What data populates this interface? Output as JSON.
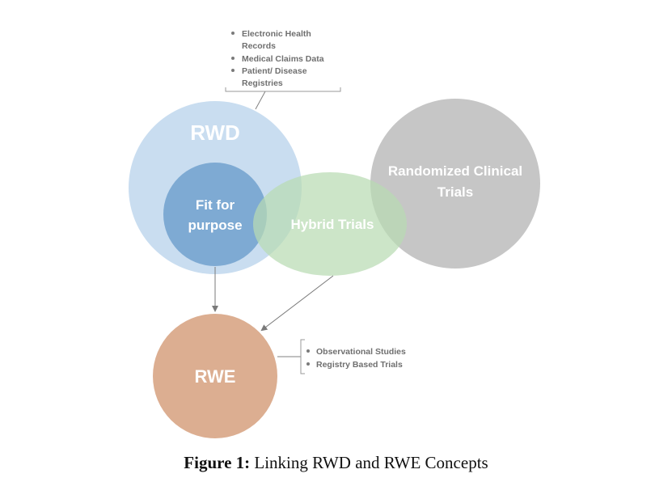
{
  "nodes": {
    "rwd": {
      "label": "RWD",
      "color": "#c9ddf0"
    },
    "fit": {
      "label_lines": [
        "Fit for",
        "purpose"
      ],
      "color": "#7eaad3"
    },
    "hybrid": {
      "label": "Hybrid Trials",
      "color": "#b9dbb3"
    },
    "rct": {
      "label_lines": [
        "Randomized Clinical",
        "Trials"
      ],
      "color": "#c6c6c6"
    },
    "rwe": {
      "label": "RWE",
      "color": "#dcae91"
    }
  },
  "rwd_sources": {
    "items": [
      [
        "Electronic Health",
        "Records"
      ],
      [
        "Medical Claims Data"
      ],
      [
        "Patient/ Disease",
        "Registries"
      ]
    ]
  },
  "rwe_studies": {
    "items": [
      "Observational Studies",
      "Registry Based Trials"
    ]
  },
  "edges": [
    {
      "from": "fit",
      "to": "rwe",
      "type": "arrow"
    },
    {
      "from": "hybrid",
      "to": "rwe",
      "type": "arrow"
    },
    {
      "from": "rwd",
      "to": "rwd_sources",
      "type": "connector"
    },
    {
      "from": "rwe",
      "to": "rwe_studies",
      "type": "connector"
    }
  ],
  "caption": {
    "prefix": "Figure 1:",
    "text": " Linking RWD and RWE Concepts"
  }
}
